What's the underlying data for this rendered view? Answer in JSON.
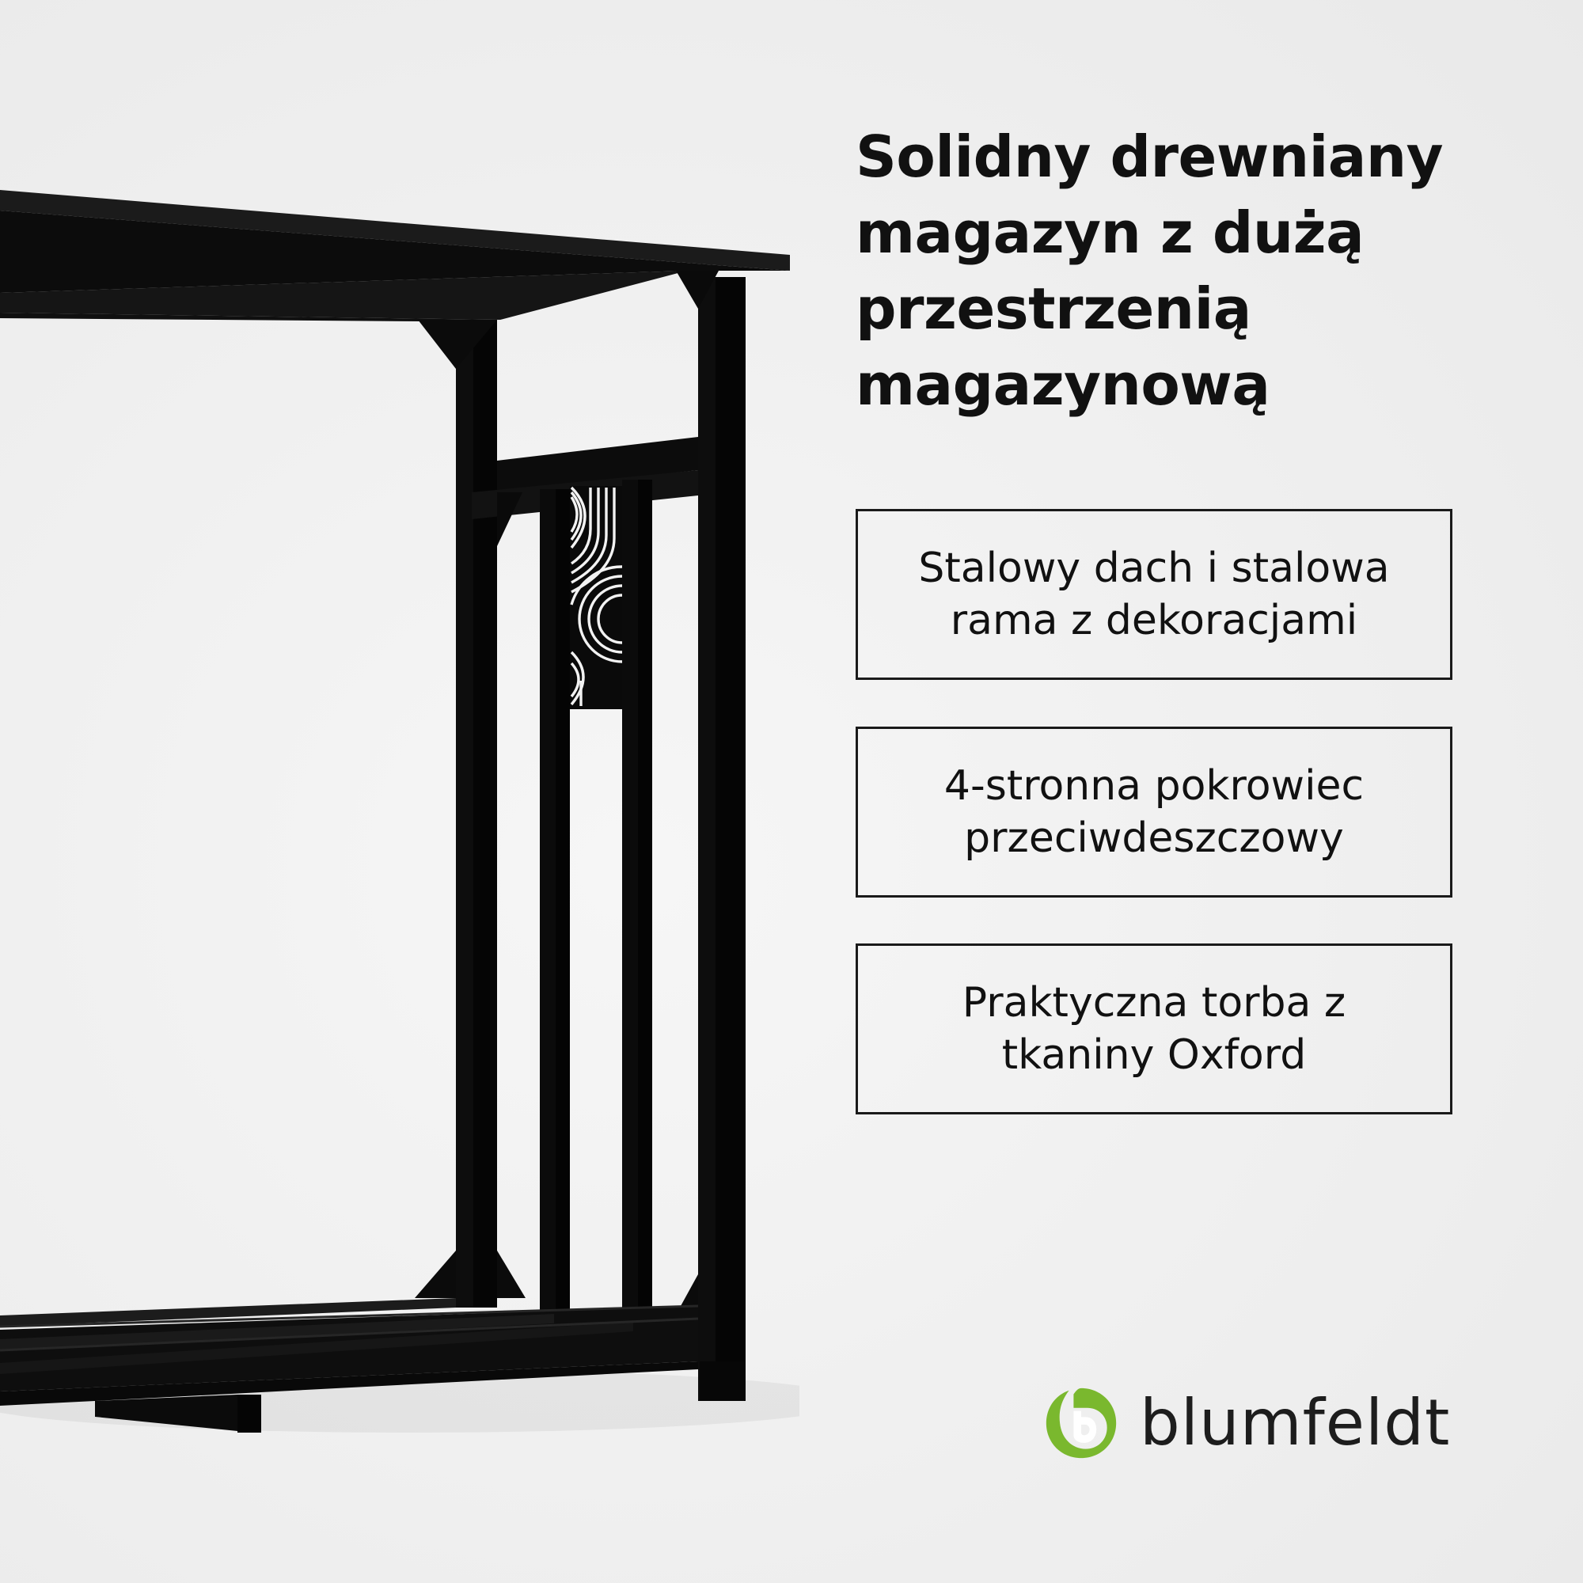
{
  "headline": {
    "lines": [
      "Solidny drewniany",
      "magazyn z dużą",
      "przestrzenią",
      "magazynową"
    ]
  },
  "features": [
    {
      "lines": [
        "Stalowy dach i stalowa",
        "rama z dekoracjami"
      ]
    },
    {
      "lines": [
        "4-stronna pokrowiec",
        "przeciwdeszczowy"
      ]
    },
    {
      "lines": [
        "Praktyczna torba z",
        "tkaniny Oxford"
      ]
    }
  ],
  "brand": {
    "name": "blumfeldt",
    "logo_icon": "leaf-b-icon",
    "accent_color": "#7ab82e"
  },
  "colors": {
    "frame": "#0d0d0d",
    "text": "#111111"
  }
}
